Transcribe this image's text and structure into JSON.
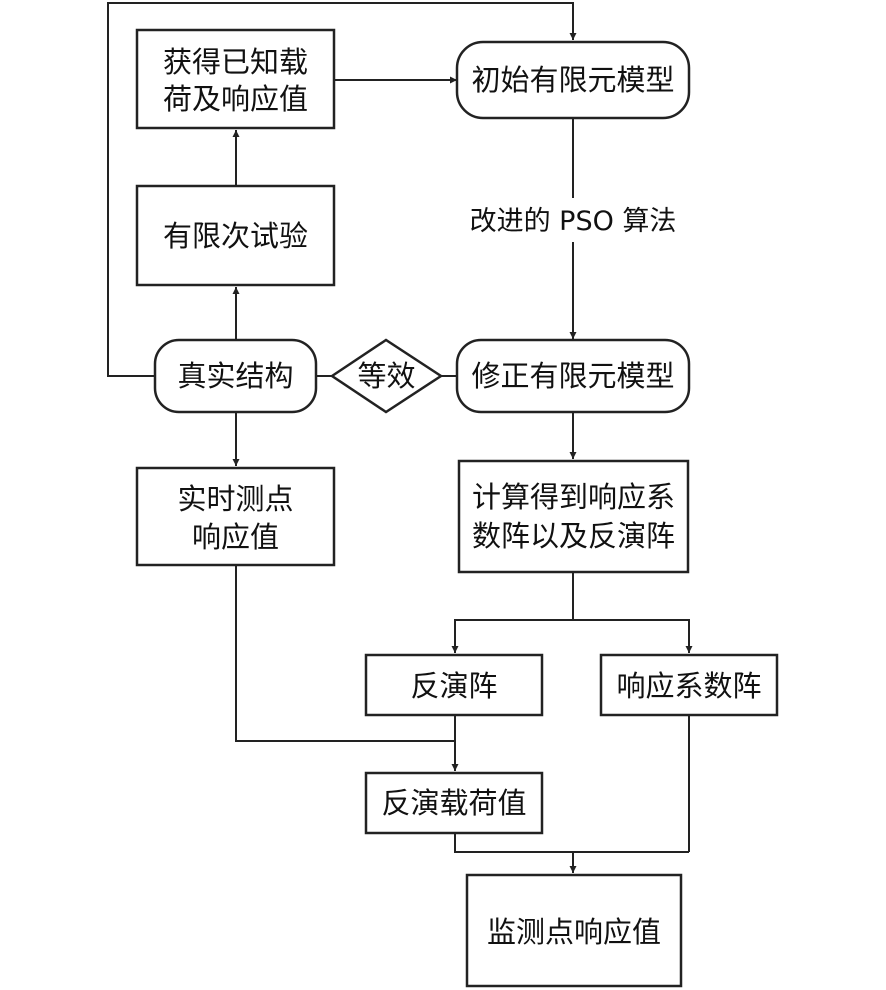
{
  "nodes": {
    "known_load": [
      "获得已知载",
      "荷及响应值"
    ],
    "initial_fem": "初始有限元模型",
    "finite_test": "有限次试验",
    "real_structure": "真实结构",
    "equivalent": "等效",
    "updated_fem": "修正有限元模型",
    "realtime_response": [
      "实时测点",
      "响应值"
    ],
    "compute_matrix": [
      "计算得到响应系",
      "数阵以及反演阵"
    ],
    "inverse_matrix": "反演阵",
    "response_matrix": "响应系数阵",
    "inverse_load": "反演载荷值",
    "monitor_response": "监测点响应值"
  },
  "edges": {
    "pso_label": "改进的 PSO 算法"
  }
}
